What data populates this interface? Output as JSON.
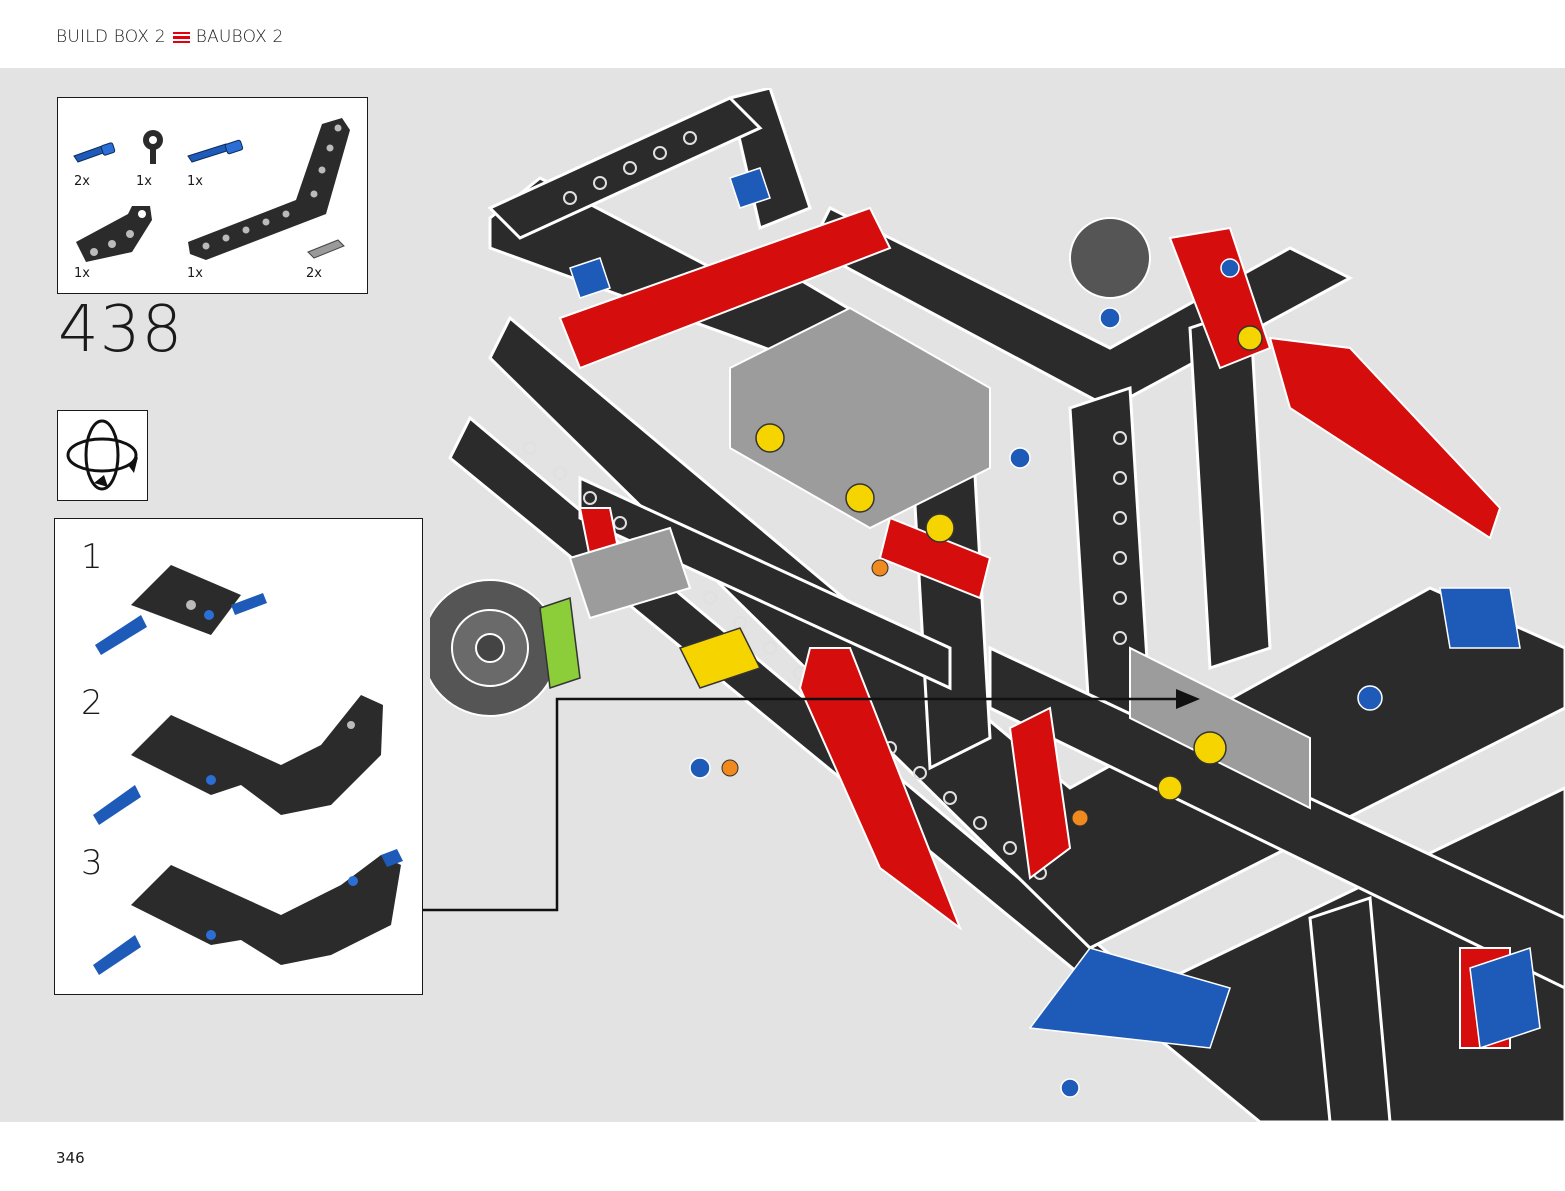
{
  "header": {
    "left_label": "BUILD BOX 2",
    "separator_icon": "red-three-lines",
    "right_label": "BAUBOX 2"
  },
  "parts": [
    {
      "name": "blue-pin-with-friction",
      "qty": "2x",
      "color": "#1e5bb8"
    },
    {
      "name": "black-connector-pin",
      "qty": "1x",
      "color": "#2a2a2a"
    },
    {
      "name": "blue-axle-pin",
      "qty": "1x",
      "color": "#1e5bb8"
    },
    {
      "name": "black-angled-beam-3x3",
      "qty": "1x",
      "color": "#2a2a2a"
    },
    {
      "name": "black-bent-beam-long",
      "qty": "1x",
      "color": "#2a2a2a"
    },
    {
      "name": "grey-pin",
      "qty": "2x",
      "color": "#9a9a9a"
    }
  ],
  "step": {
    "number": "438",
    "rotate_icon": "rotate-model-icon"
  },
  "substeps": [
    {
      "number": "1"
    },
    {
      "number": "2"
    },
    {
      "number": "3"
    }
  ],
  "colors": {
    "lego_red": "#d60d0d",
    "lego_black": "#2b2b2b",
    "lego_blue": "#1e5bb8",
    "lego_grey": "#a4a4a4",
    "lego_yellow": "#f6d400",
    "background": "#e3e3e3",
    "accent": "#e3000f"
  },
  "footer": {
    "page_number": "346"
  }
}
